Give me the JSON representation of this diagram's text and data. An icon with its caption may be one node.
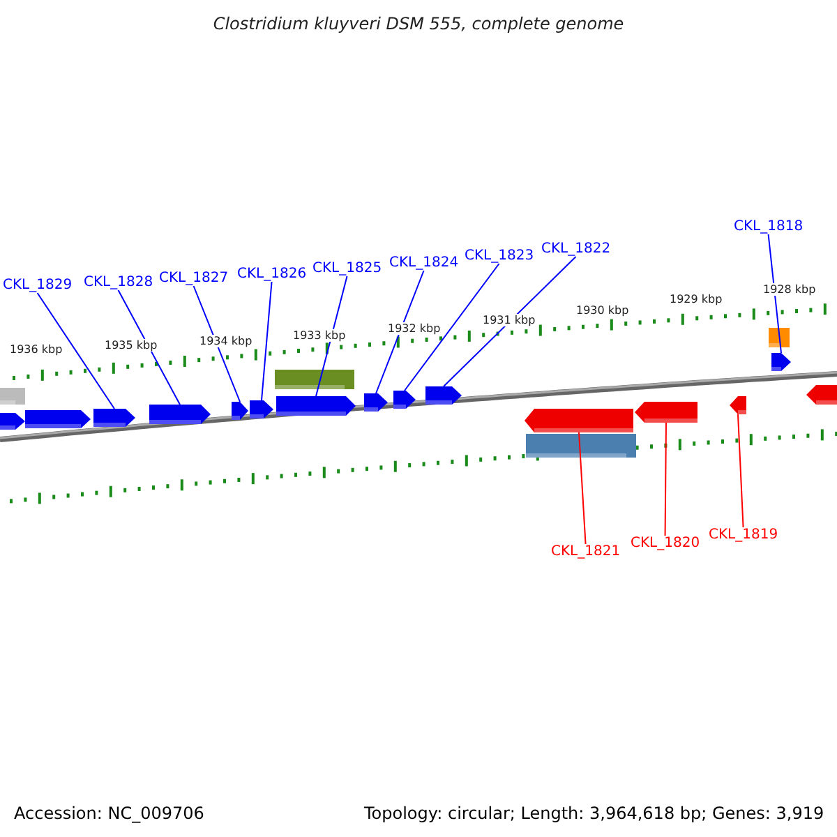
{
  "diagram": {
    "title": "Clostridium kluyveri DSM 555, complete genome",
    "nodes": [
      {
        "text": [
          "CKL_1829"
        ]
      },
      {
        "text": [
          "CKL_1828"
        ]
      },
      {
        "text": [
          "CKL_1827"
        ]
      },
      {
        "text": [
          "CKL_1826"
        ]
      },
      {
        "text": [
          "CKL_1825"
        ]
      },
      {
        "text": [
          "CKL_1824"
        ]
      },
      {
        "text": [
          "CKL_1823"
        ]
      },
      {
        "text": [
          "CKL_1822"
        ]
      },
      {
        "text": [
          "CKL_1818"
        ]
      },
      {
        "text": [
          "CKL_1821"
        ]
      },
      {
        "text": [
          "CKL_1820"
        ]
      },
      {
        "text": [
          "CKL_1819"
        ]
      },
      {
        "text": [],
        "shape": "bar"
      },
      {
        "text": [],
        "shape": "arrow"
      },
      {
        "text": [],
        "shape": "arrow"
      },
      {
        "text": [],
        "shape": "arrow"
      },
      {
        "text": [],
        "shape": "arrow"
      },
      {
        "text": [],
        "shape": "arrow"
      },
      {
        "text": [],
        "shape": "arrow"
      },
      {
        "text": [],
        "shape": "arrow"
      },
      {
        "text": [],
        "shape": "arrow"
      },
      {
        "text": [],
        "shape": "arrow"
      },
      {
        "text": [],
        "shape": "arrow"
      },
      {
        "text": [],
        "shape": "bar"
      },
      {
        "text": [],
        "shape": "bar"
      },
      {
        "text": [],
        "shape": "arrow"
      },
      {
        "text": [],
        "shape": "arrow"
      },
      {
        "text": [],
        "shape": "arrow"
      },
      {
        "text": [],
        "shape": "arrow"
      },
      {
        "text": [],
        "shape": "arrow"
      },
      {
        "text": [],
        "shape": "bar"
      }
    ],
    "edges": [
      {
        "from": 0,
        "to": 15,
        "arrow": "none"
      },
      {
        "from": 1,
        "to": 16,
        "arrow": "none"
      },
      {
        "from": 2,
        "to": 17,
        "arrow": "none"
      },
      {
        "from": 3,
        "to": 18,
        "arrow": "none"
      },
      {
        "from": 4,
        "to": 19,
        "arrow": "none"
      },
      {
        "from": 5,
        "to": 20,
        "arrow": "none"
      },
      {
        "from": 6,
        "to": 21,
        "arrow": "none"
      },
      {
        "from": 7,
        "to": 22,
        "arrow": "none"
      },
      {
        "from": 8,
        "to": 25,
        "arrow": "none"
      },
      {
        "from": 9,
        "to": 26,
        "arrow": "none",
        "color": "#ff0000"
      },
      {
        "from": 10,
        "to": 27,
        "arrow": "none",
        "color": "#ff0000"
      },
      {
        "from": 11,
        "to": 28,
        "arrow": "none",
        "color": "#ff0000"
      }
    ],
    "labels": [
      "1936 kbp",
      "1935 kbp",
      "1934 kbp",
      "1933 kbp",
      "1932 kbp",
      "1931 kbp",
      "1930 kbp",
      "1929 kbp",
      "1928 kbp",
      "Accession: NC_009706",
      "Topology: circular; Length: 3,964,618 bp; Genes: 3,919"
    ]
  }
}
